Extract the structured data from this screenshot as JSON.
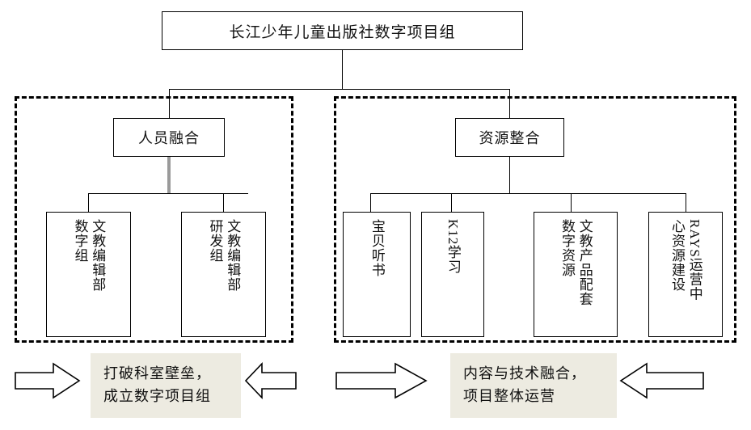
{
  "diagram": {
    "title": "长江少年儿童出版社数字项目组",
    "branches": [
      {
        "id": "personnel",
        "label": "人员融合",
        "leaves": [
          {
            "id": "wenjiao-shuzi",
            "col1": "文教编辑部",
            "col2": "数字组"
          },
          {
            "id": "wenjiao-yanfa",
            "col1": "文教编辑部",
            "col2": "研发组"
          }
        ]
      },
      {
        "id": "resource",
        "label": "资源整合",
        "leaves": [
          {
            "id": "baobei-tingshu",
            "col1": "宝贝听书",
            "col2": ""
          },
          {
            "id": "k12-xuexi",
            "col1": "K12学习",
            "col2": ""
          },
          {
            "id": "wenjiao-peitao",
            "col1": "文教产品配套",
            "col2": "数字资源"
          },
          {
            "id": "rays-yunying",
            "col1": "RAYS运营中",
            "col2": "心资源建设"
          }
        ]
      }
    ],
    "callouts": [
      {
        "id": "callout-left",
        "line1": "打破科室壁垒，",
        "line2": "成立数字项目组"
      },
      {
        "id": "callout-right",
        "line1": "内容与技术融合，",
        "line2": "项目整体运营"
      }
    ],
    "arrows": [
      {
        "id": "arrow-left-in",
        "direction": "right"
      },
      {
        "id": "arrow-left-out",
        "direction": "left"
      },
      {
        "id": "arrow-right-in",
        "direction": "right"
      },
      {
        "id": "arrow-right-out",
        "direction": "left"
      }
    ],
    "colors": {
      "callout_background": "#edebe1",
      "stroke": "#000000",
      "gray_connector": "#9a9a9a",
      "page_background": "#ffffff"
    }
  }
}
